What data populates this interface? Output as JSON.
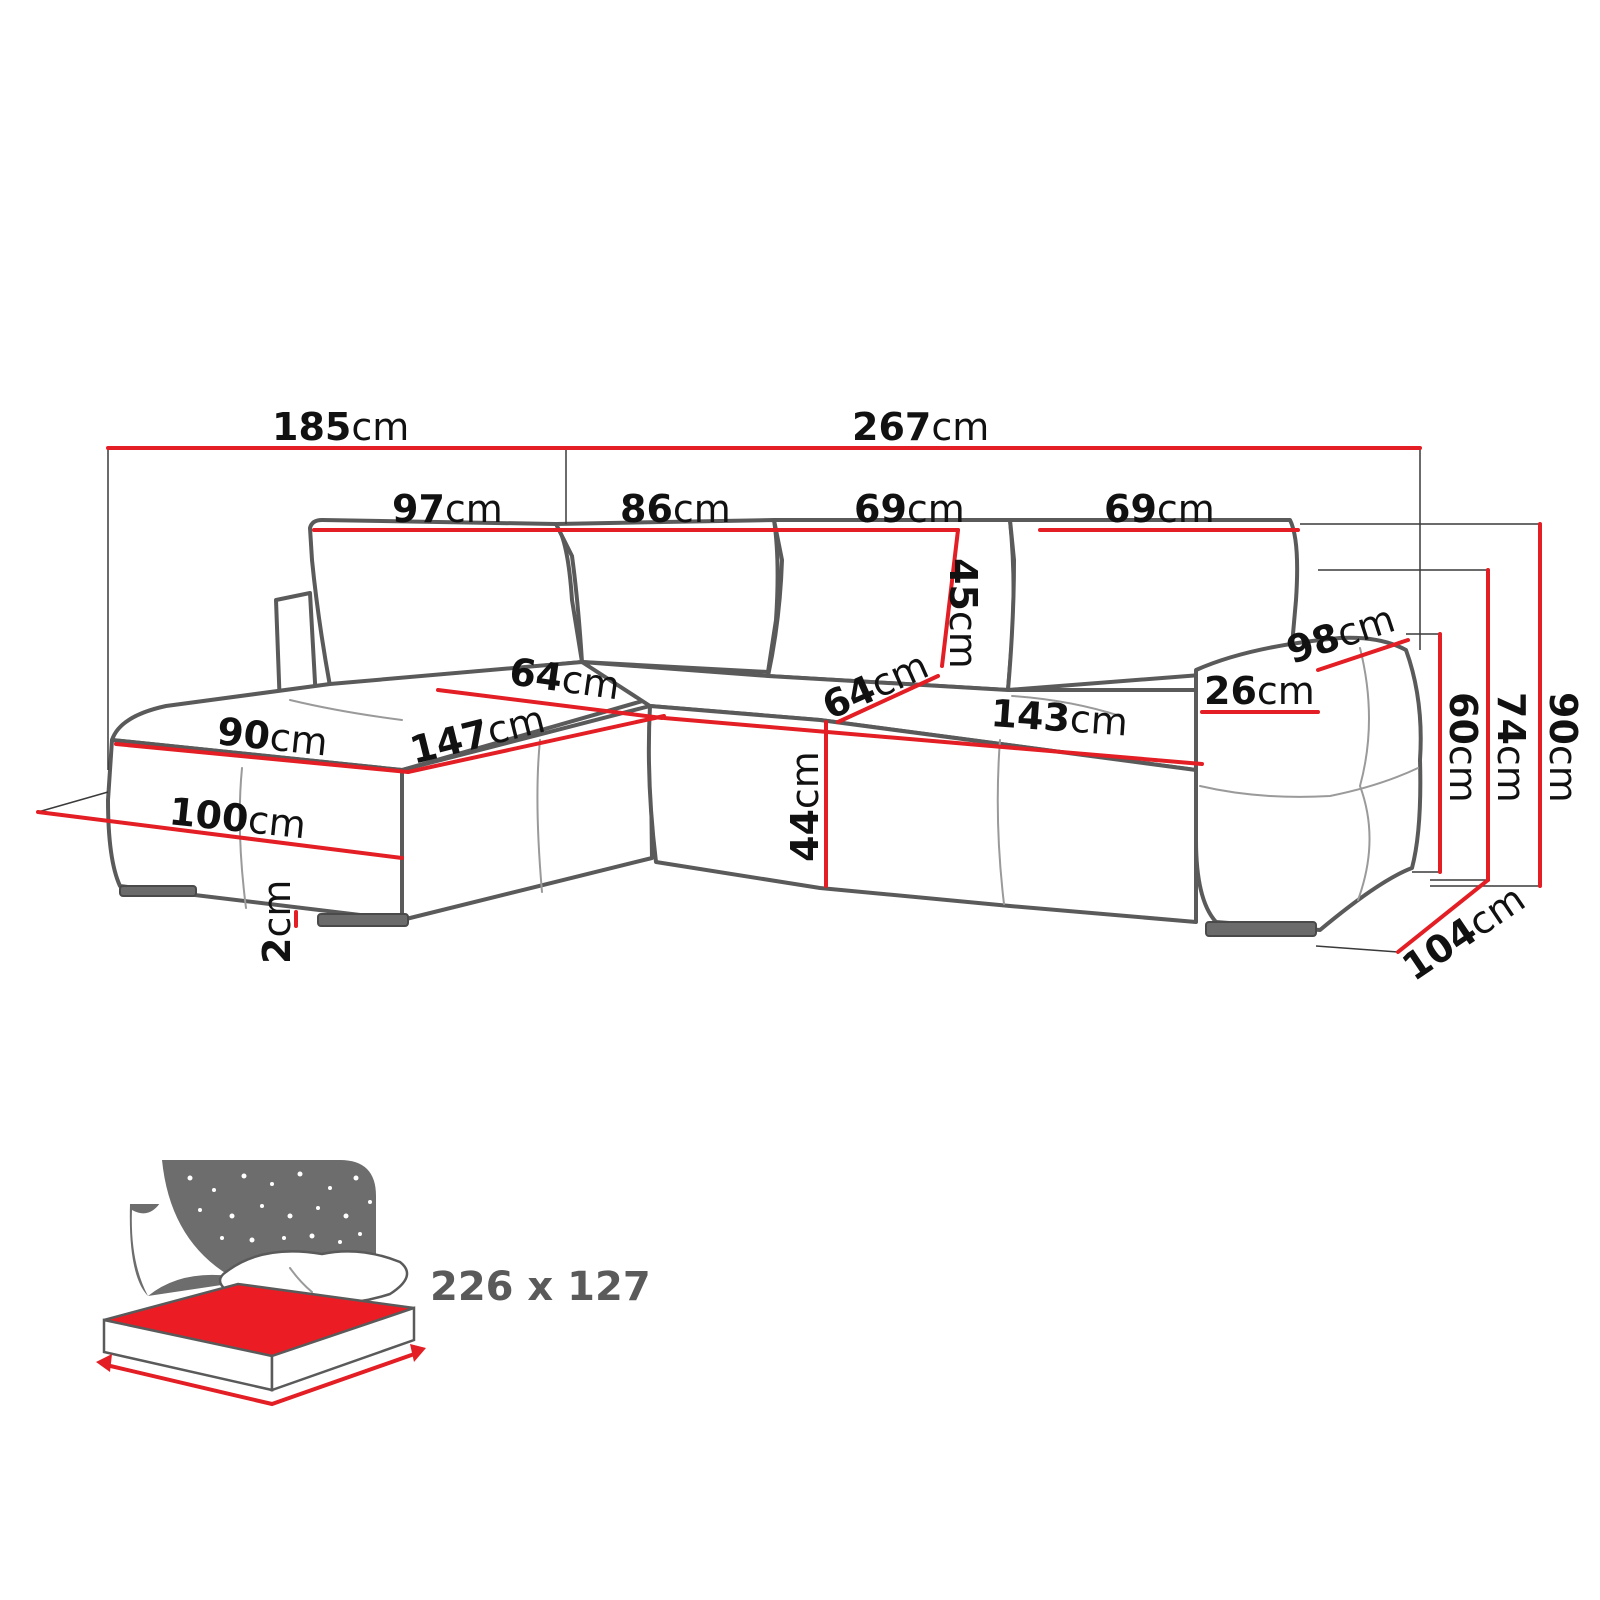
{
  "unit": "cm",
  "dimensions": {
    "total_left": "185",
    "total_right": "267",
    "back_97": "97",
    "back_86": "86",
    "back_69a": "69",
    "back_69b": "69",
    "backrest_h": "45",
    "seat_depth_corner": "64",
    "seat_depth_mid": "64",
    "chaise_width": "90",
    "chaise_seat": "147",
    "seat_length": "143",
    "chaise_length": "100",
    "seat_height": "44",
    "armrest_width": "26",
    "armrest_length": "98",
    "leg_height": "2",
    "arm_height": "60",
    "back_height": "74",
    "total_height": "90",
    "total_depth": "104"
  },
  "bed": {
    "size_label": "226 x 127"
  },
  "colors": {
    "dimension_line": "#e31e24",
    "outline": "#5a5a5a",
    "bed_surface": "#ec1c24",
    "night_sky": "#6d6d6d"
  }
}
